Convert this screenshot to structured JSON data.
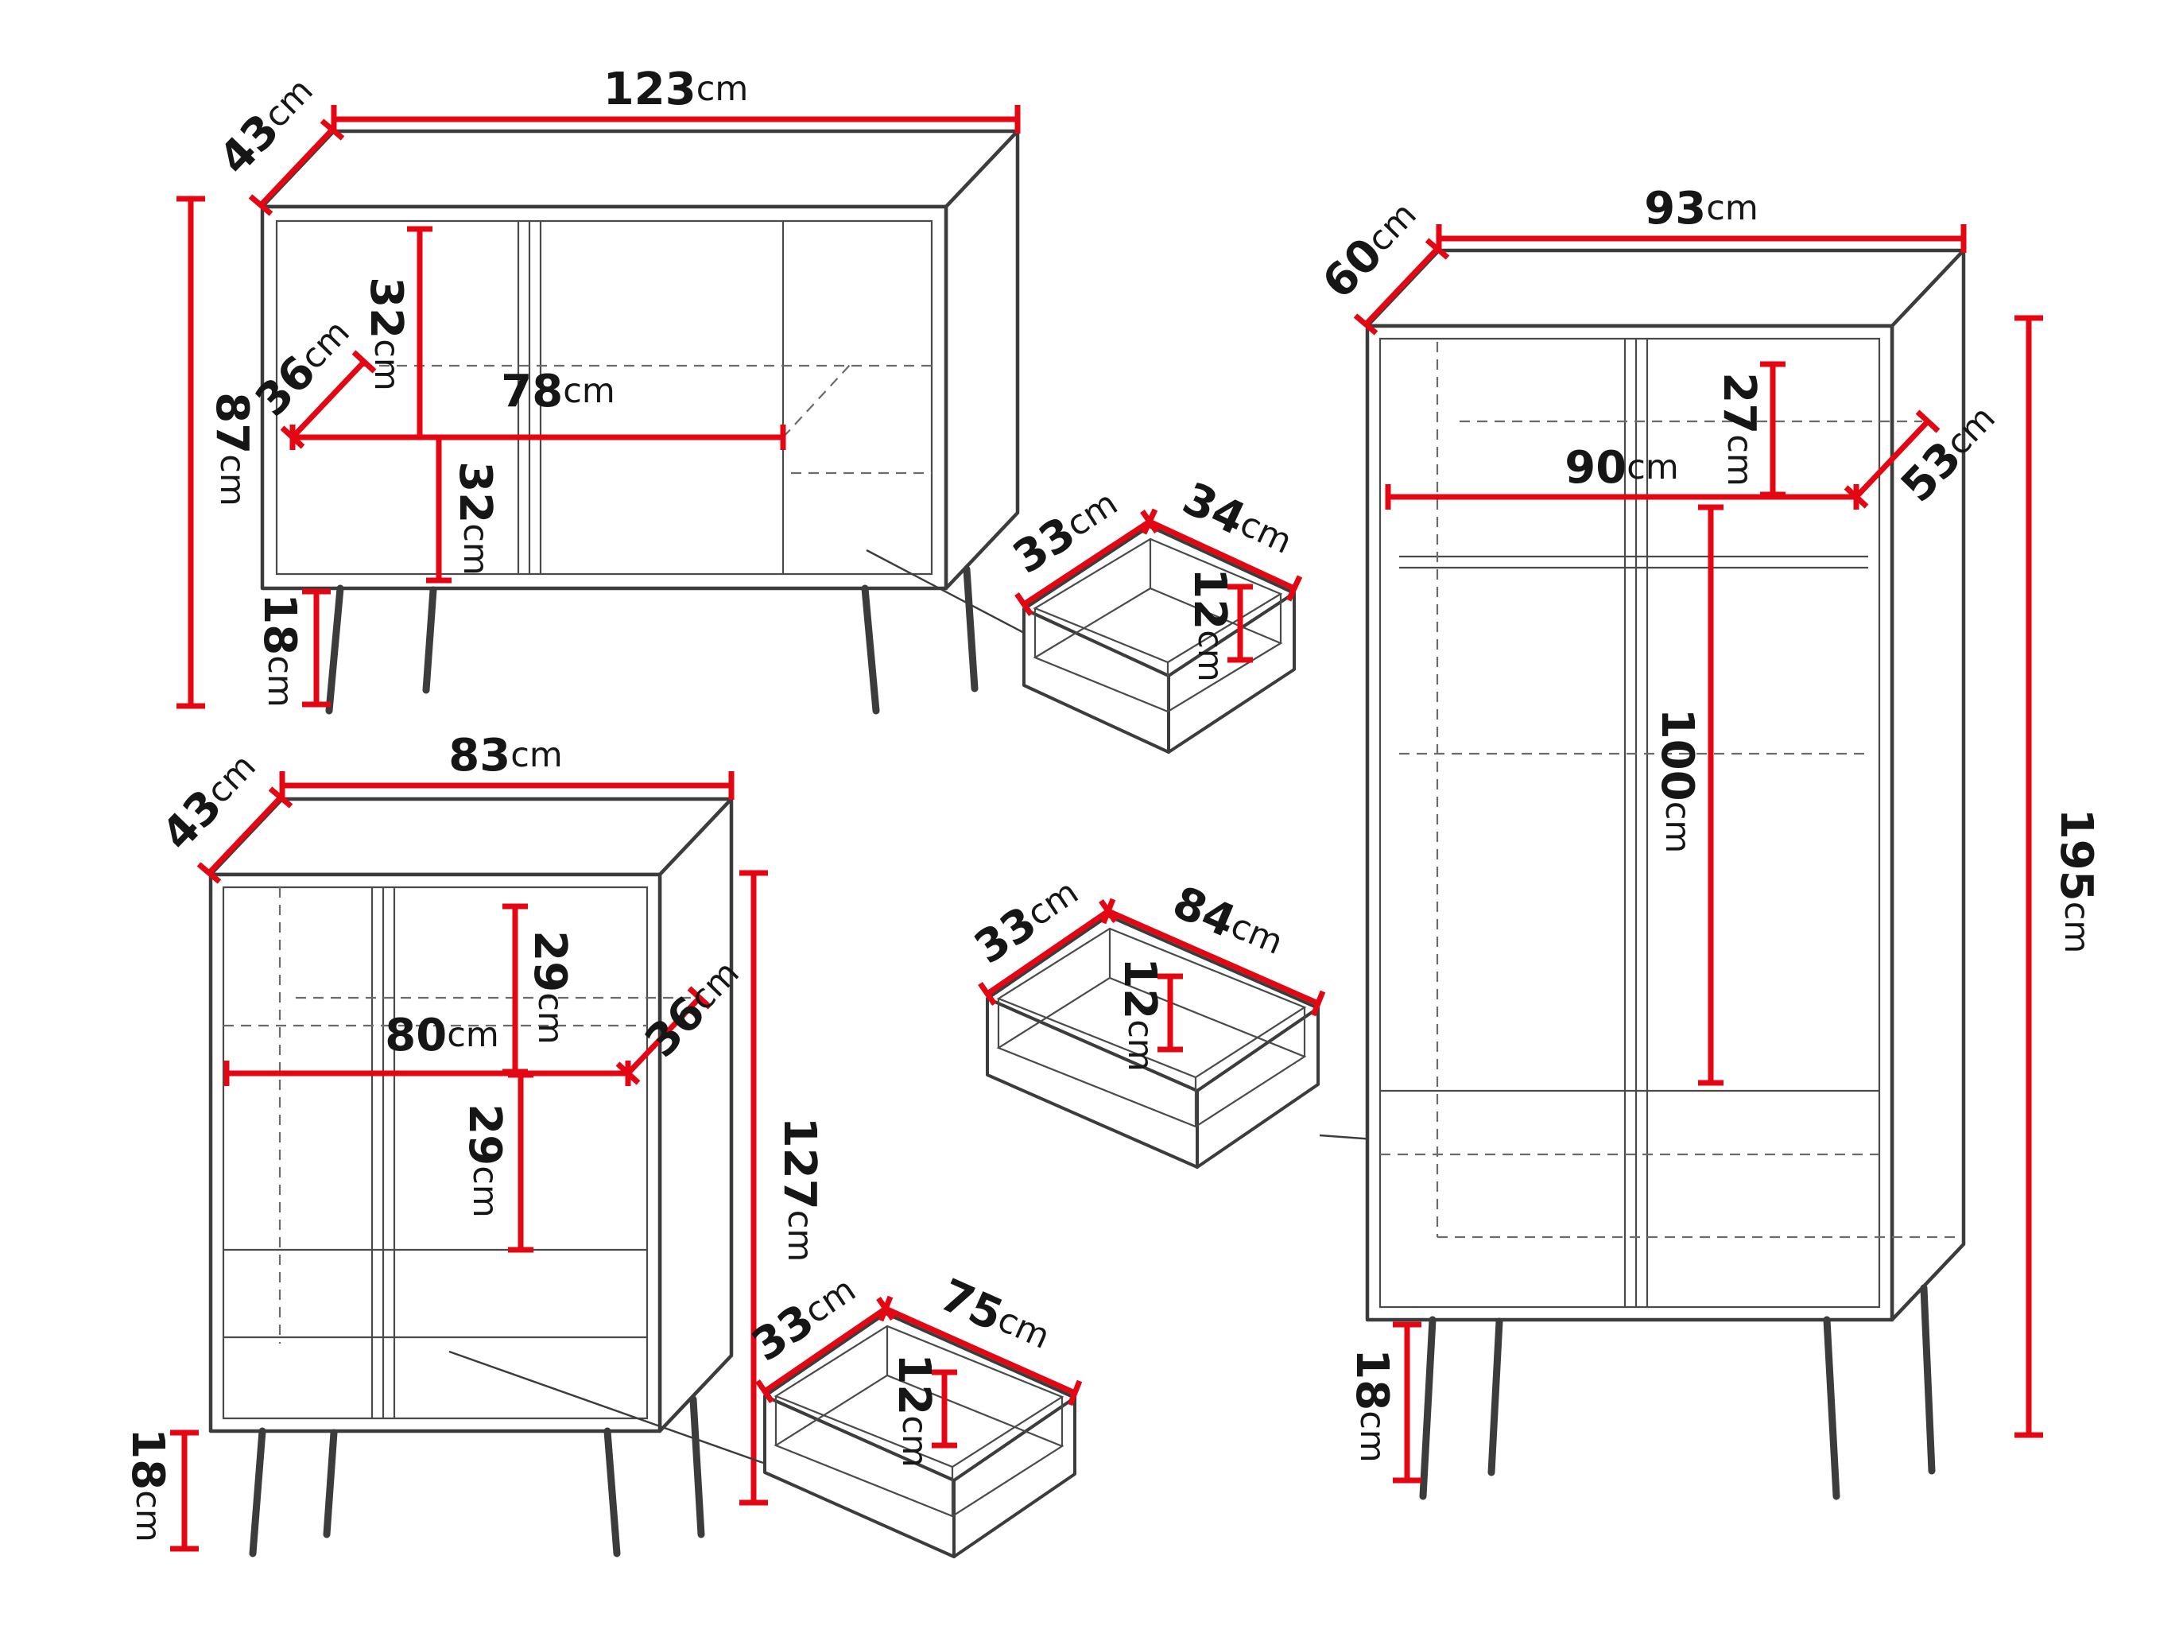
{
  "diagram": {
    "unit": "cm",
    "colors": {
      "dimension_line": "#e30613",
      "outline": "#3c3c3c",
      "label_text": "#161616",
      "background": "#ffffff"
    },
    "sideboard": {
      "label": "sideboard",
      "width": {
        "value": "123",
        "unit": "cm"
      },
      "depth": {
        "value": "43",
        "unit": "cm"
      },
      "height": {
        "value": "87",
        "unit": "cm"
      },
      "legs": {
        "value": "18",
        "unit": "cm"
      },
      "inner_top_height": {
        "value": "32",
        "unit": "cm"
      },
      "inner_bottom_height": {
        "value": "32",
        "unit": "cm"
      },
      "inner_width": {
        "value": "78",
        "unit": "cm"
      },
      "inner_depth": {
        "value": "36",
        "unit": "cm"
      }
    },
    "wardrobe": {
      "label": "wardrobe",
      "width": {
        "value": "93",
        "unit": "cm"
      },
      "depth": {
        "value": "60",
        "unit": "cm"
      },
      "height": {
        "value": "195",
        "unit": "cm"
      },
      "legs": {
        "value": "18",
        "unit": "cm"
      },
      "top_section_height": {
        "value": "27",
        "unit": "cm"
      },
      "inner_width": {
        "value": "90",
        "unit": "cm"
      },
      "inner_depth": {
        "value": "53",
        "unit": "cm"
      },
      "hanging_height": {
        "value": "100",
        "unit": "cm"
      }
    },
    "highboard": {
      "label": "highboard",
      "width": {
        "value": "83",
        "unit": "cm"
      },
      "depth": {
        "value": "43",
        "unit": "cm"
      },
      "height": {
        "value": "127",
        "unit": "cm"
      },
      "legs": {
        "value": "18",
        "unit": "cm"
      },
      "inner_top_height": {
        "value": "29",
        "unit": "cm"
      },
      "inner_middle_height": {
        "value": "29",
        "unit": "cm"
      },
      "inner_width": {
        "value": "80",
        "unit": "cm"
      },
      "inner_depth": {
        "value": "36",
        "unit": "cm"
      }
    },
    "drawer_small": {
      "label": "drawer",
      "depth": {
        "value": "33",
        "unit": "cm"
      },
      "width": {
        "value": "34",
        "unit": "cm"
      },
      "height": {
        "value": "12",
        "unit": "cm"
      }
    },
    "drawer_wide": {
      "label": "drawer",
      "depth": {
        "value": "33",
        "unit": "cm"
      },
      "width": {
        "value": "84",
        "unit": "cm"
      },
      "height": {
        "value": "12",
        "unit": "cm"
      }
    },
    "drawer_medium": {
      "label": "drawer",
      "depth": {
        "value": "33",
        "unit": "cm"
      },
      "width": {
        "value": "75",
        "unit": "cm"
      },
      "height": {
        "value": "12",
        "unit": "cm"
      }
    }
  }
}
